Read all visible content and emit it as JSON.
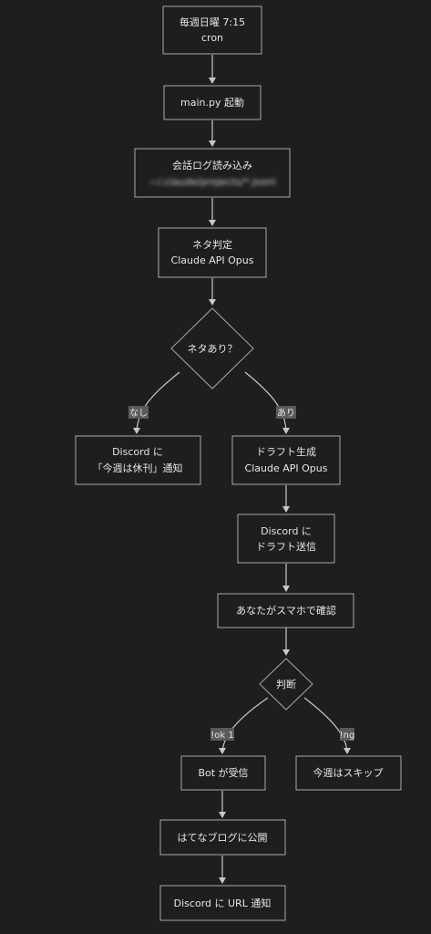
{
  "diagram": {
    "nodes": {
      "cron": [
        "毎週日曜 7:15",
        "cron"
      ],
      "main": [
        "main.py 起動"
      ],
      "log": [
        "会話ログ読み込み",
        "~/.claude/projects/*.jsonl"
      ],
      "judge": [
        "ネタ判定",
        "Claude API Opus"
      ],
      "decision": [
        "ネタあり？"
      ],
      "notify_off": [
        "Discord に",
        "「今週は休刊」通知"
      ],
      "draft": [
        "ドラフト生成",
        "Claude API Opus"
      ],
      "send": [
        "Discord に",
        "ドラフト送信"
      ],
      "confirm": [
        "あなたがスマホで確認"
      ],
      "judge2": [
        "判断"
      ],
      "bot": [
        "Bot が受信"
      ],
      "skip": [
        "今週はスキップ"
      ],
      "publish": [
        "はてなブログに公開"
      ],
      "url": [
        "Discord に URL 通知"
      ]
    },
    "edges": {
      "none": "なし",
      "yes": "あり",
      "ok": "!ok 1",
      "ng": "!ng"
    }
  }
}
